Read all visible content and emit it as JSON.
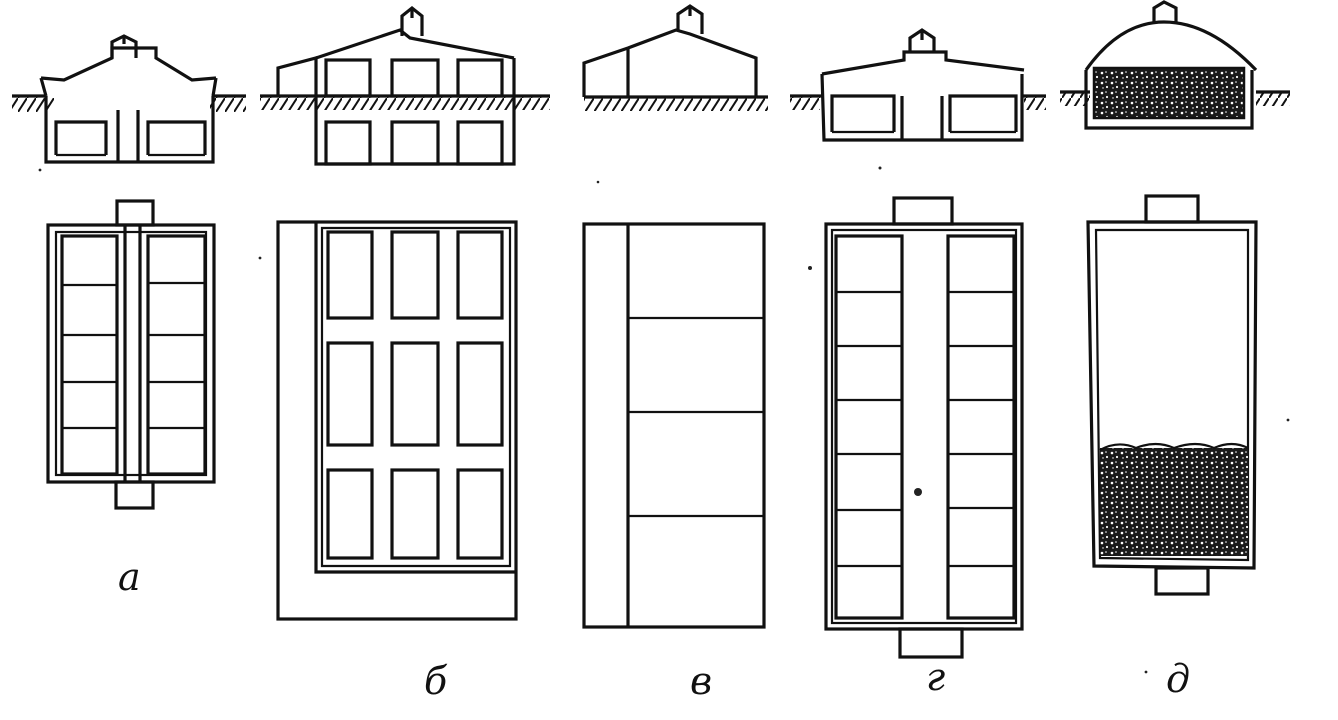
{
  "figure": {
    "panels": [
      {
        "id": "a",
        "label": "а",
        "fill": "none"
      },
      {
        "id": "b",
        "label": "б",
        "fill": "none"
      },
      {
        "id": "v",
        "label": "в",
        "fill": "none"
      },
      {
        "id": "g",
        "label": "г",
        "fill": "none"
      },
      {
        "id": "d",
        "label": "д",
        "fill": "granular-stock"
      }
    ]
  },
  "colors": {
    "ink": "#111111",
    "paper": "#ffffff",
    "fill": "#1a1a1a"
  }
}
